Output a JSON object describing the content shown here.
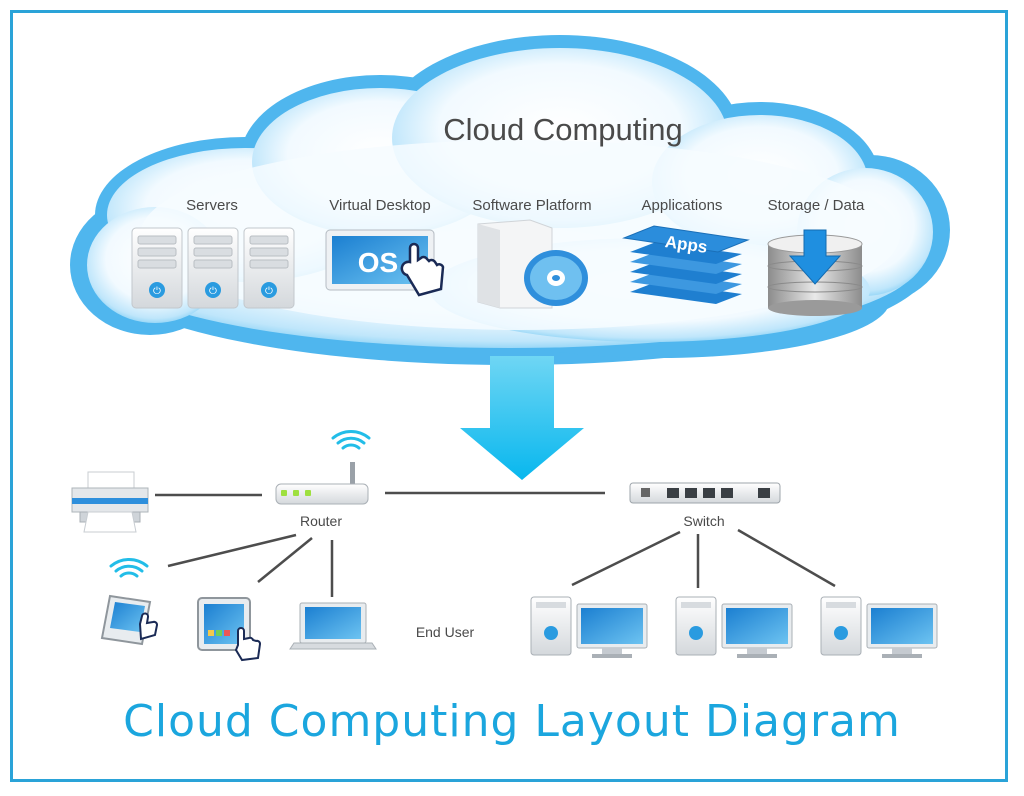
{
  "cloud": {
    "title": "Cloud Computing",
    "services": [
      {
        "label": "Servers",
        "icon": "server-rack-icon"
      },
      {
        "label": "Virtual Desktop",
        "icon": "os-touch-screen-icon",
        "badge": "OS"
      },
      {
        "label": "Software Platform",
        "icon": "software-box-disc-icon"
      },
      {
        "label": "Applications",
        "icon": "apps-stack-icon",
        "badge": "Apps"
      },
      {
        "label": "Storage / Data",
        "icon": "database-download-icon"
      }
    ]
  },
  "network": {
    "router_label": "Router",
    "switch_label": "Switch",
    "end_user_label": "End User"
  },
  "footer": {
    "title": "Cloud Computing Layout Diagram"
  },
  "colors": {
    "accent": "#1ba6de",
    "cloud_blue": "#4fb6ee",
    "cloud_light": "#e3f4fd",
    "arrow": "#22c4ea",
    "line": "#4d4d4d"
  }
}
